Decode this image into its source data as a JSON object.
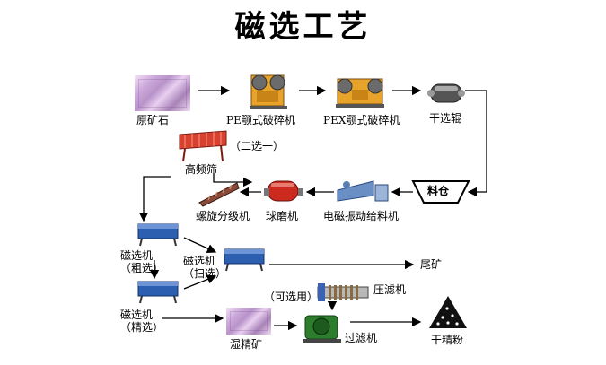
{
  "title": "磁选工艺",
  "nodes": {
    "raw_ore": "原矿石",
    "pe_crusher": "PE颚式破碎机",
    "pex_crusher": "PEX颚式破碎机",
    "dry_roller": "干选辊",
    "high_freq_screen": "高频筛",
    "screen_note": "（二选一）",
    "bin": "料仓",
    "vibrating_feeder": "电磁振动给料机",
    "ball_mill": "球磨机",
    "spiral_classifier": "螺旋分级机",
    "mag_rough": "磁选机",
    "mag_rough_note": "（粗选）",
    "mag_scav": "磁选机",
    "mag_scav_note": "（扫选）",
    "mag_fine": "磁选机",
    "mag_fine_note": "（精选）",
    "tailings": "尾矿",
    "optional": "（可选用）",
    "filter_press": "压滤机",
    "wet_concentrate": "湿精矿",
    "filter": "过滤机",
    "dry_concentrate": "干精粉"
  },
  "colors": {
    "ore": "#c9a6d9",
    "crusher_body": "#e8a42a",
    "screen": "#d9412e",
    "ball_mill": "#cc2a1e",
    "separator": "#2d5fb0",
    "filter": "#2e7d2e",
    "arrow": "#000000"
  }
}
